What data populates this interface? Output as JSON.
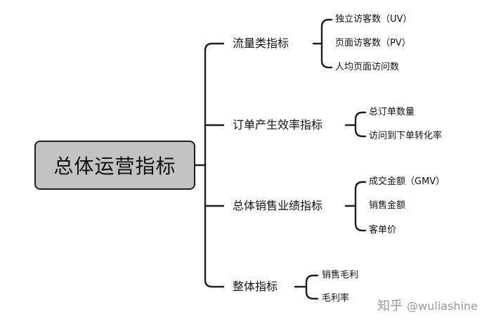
{
  "root": "总体运营指标",
  "categories": [
    {
      "label": "流量类指标",
      "items": [
        "独立访客数（UV）",
        "页面访客数（PV）",
        "人均页面访问数"
      ]
    },
    {
      "label": "订单产生效率指标",
      "items": [
        "总订单数量",
        "访问到下单转化率"
      ]
    },
    {
      "label": "总体销售业绩指标",
      "items": [
        "成交金额（GMV）",
        "销售金额",
        "客单价"
      ]
    },
    {
      "label": "整体指标",
      "items": [
        "销售毛利",
        "毛利率"
      ]
    }
  ],
  "watermark": {
    "logo": "知乎",
    "handle": "@wuliashine"
  },
  "colors": {
    "root_fill": "#c3c3c3",
    "line": "#1f1f1f",
    "watermark": "#9a9a9a"
  }
}
